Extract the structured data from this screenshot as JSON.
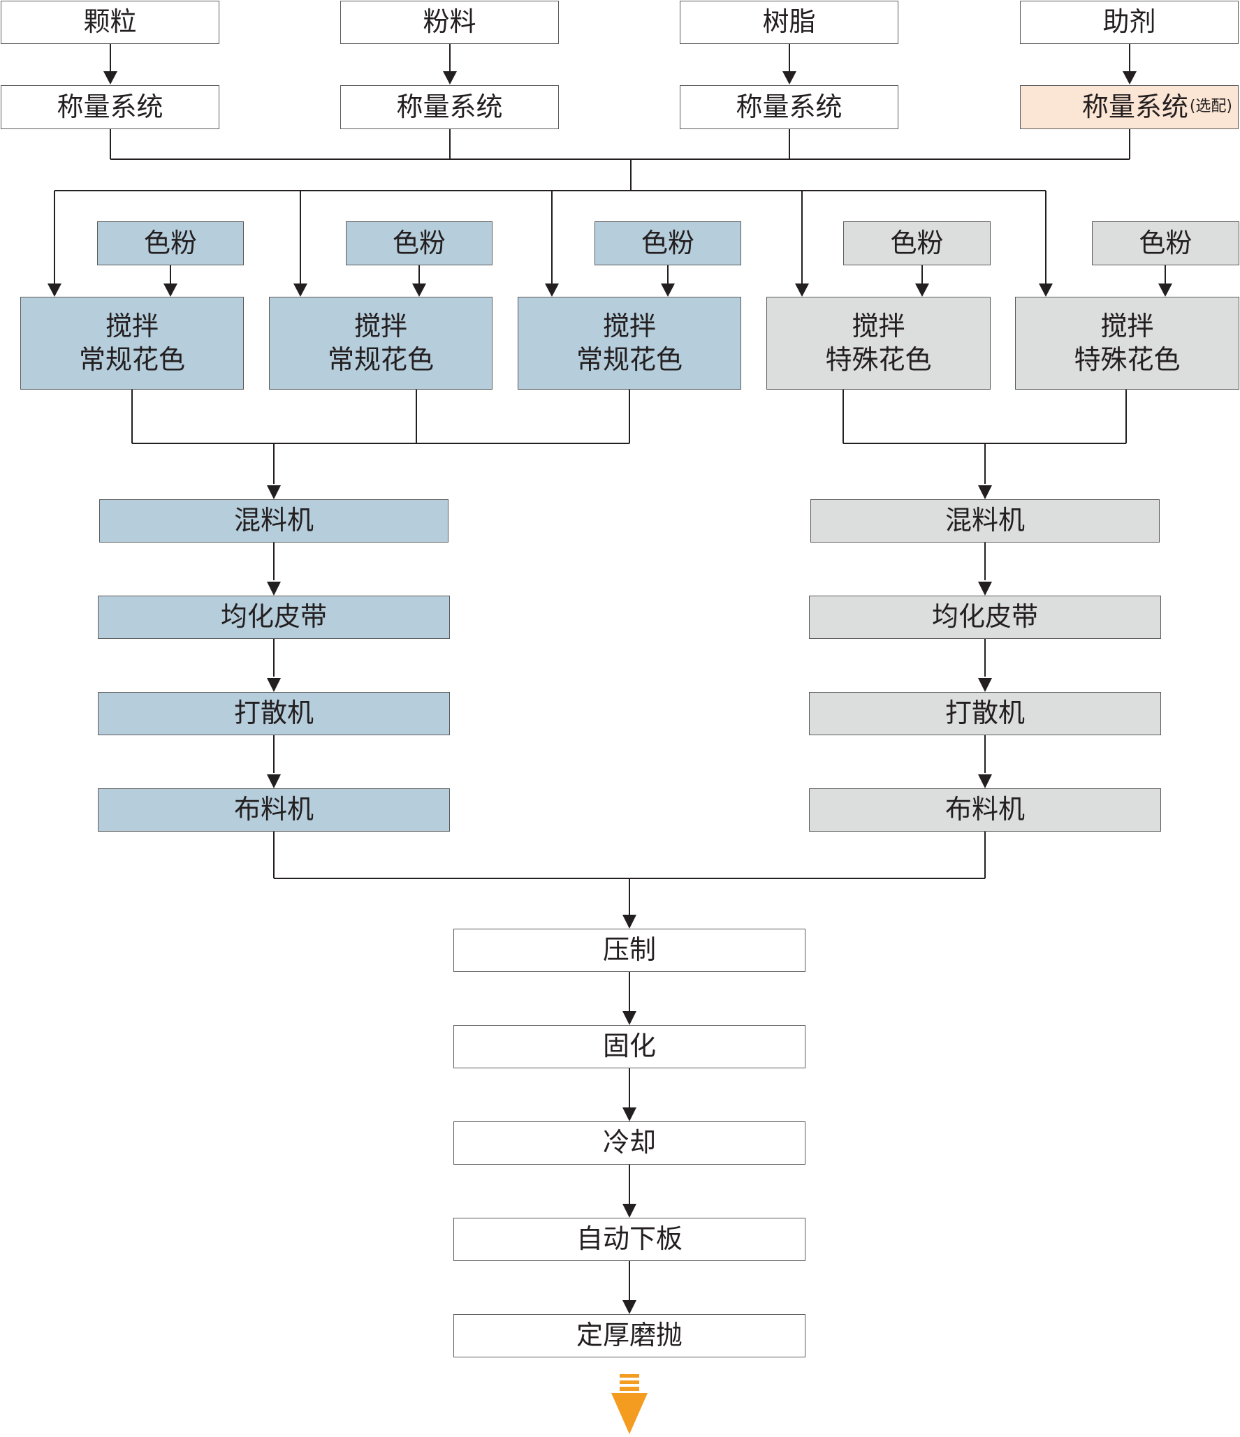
{
  "colors": {
    "white_box": "#ffffff",
    "regular_branch": "#b6cddb",
    "special_branch": "#dcdddd",
    "optional_box": "#fbe5d4",
    "line": "#231f20",
    "continue_arrow": "#f39c1f"
  },
  "raw_materials": {
    "granules": "颗粒",
    "powder": "粉料",
    "resin": "树脂",
    "additive": "助剂"
  },
  "weighing": {
    "label": "称量系统",
    "optional_note": "(选配)"
  },
  "pigment": "色粉",
  "mixing": {
    "line1": "搅拌",
    "regular": "常规花色",
    "special": "特殊花色"
  },
  "process_line": {
    "mixer": "混料机",
    "homogenizing_belt": "均化皮带",
    "breaker": "打散机",
    "distributor": "布料机"
  },
  "final_steps": {
    "pressing": "压制",
    "curing": "固化",
    "cooling": "冷却",
    "auto_unloading": "自动下板",
    "calibrating_polishing": "定厚磨抛"
  },
  "continue_icon": "down-arrow-icon"
}
